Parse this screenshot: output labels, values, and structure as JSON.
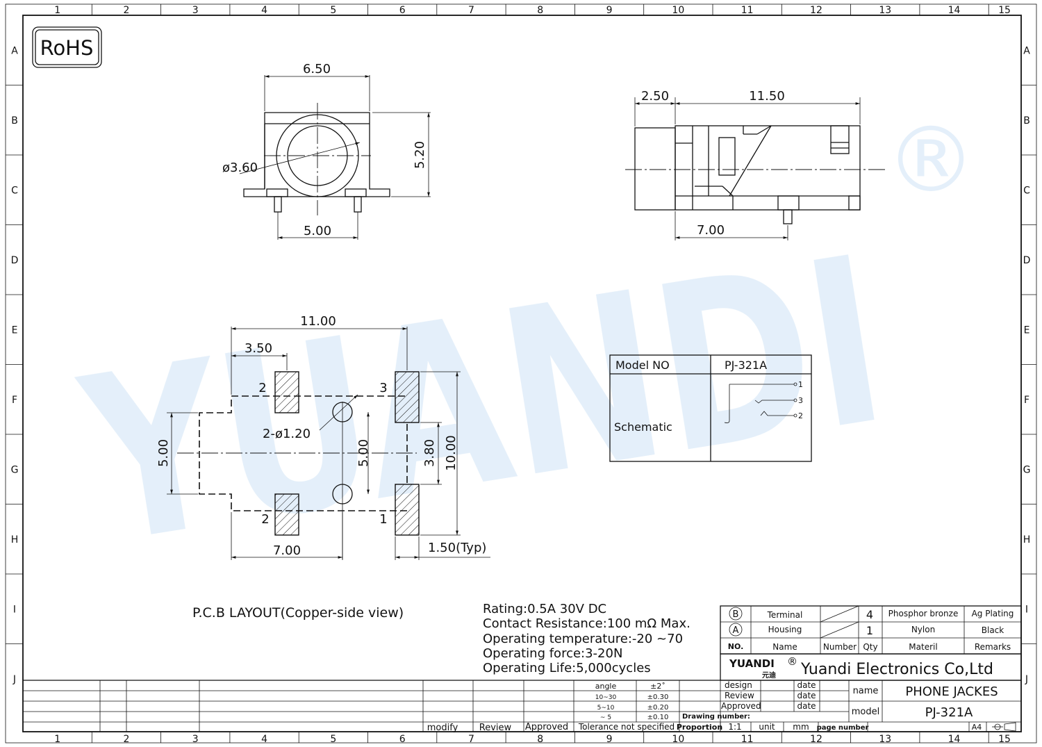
{
  "grid": {
    "cols": [
      "1",
      "2",
      "3",
      "4",
      "5",
      "6",
      "7",
      "8",
      "9",
      "10",
      "11",
      "12",
      "13",
      "14",
      "15"
    ],
    "rows": [
      "A",
      "B",
      "C",
      "D",
      "E",
      "F",
      "G",
      "H",
      "I",
      "J"
    ]
  },
  "rohs": "RoHS",
  "watermark": {
    "text": "YUANDI",
    "mark": "®",
    "color": "#2f86d4"
  },
  "front_view": {
    "width": "6.50",
    "height": "5.20",
    "diameter": "ø3.60",
    "pitch": "5.00"
  },
  "side_view": {
    "front": "2.50",
    "length": "11.50",
    "pin_offset": "7.00"
  },
  "pcb": {
    "w11": "11.00",
    "w350": "3.50",
    "h5_left": "5.00",
    "hole": "2-ø1.20",
    "h5_mid": "5.00",
    "h380": "3.80",
    "h10": "10.00",
    "w700": "7.00",
    "typ": "1.50(Typ)",
    "pin2_top": "2",
    "pin3": "3",
    "pin2_bottom": "2",
    "pin1": "1",
    "caption": "P.C.B LAYOUT(Copper-side view)"
  },
  "model_box": {
    "label": "Model NO",
    "value": "PJ-321A",
    "schematic": "Schematic",
    "pins": [
      "1",
      "3",
      "2"
    ]
  },
  "specs": [
    "Rating:0.5A 30V DC",
    "Contact Resistance:100 mΩ Max.",
    "Operating temperature:-20  ~70",
    "Operating force:3-20N",
    "Operating Life:5,000cycles"
  ],
  "bom": {
    "rows": [
      {
        "no": "B",
        "name": "Terminal",
        "qty": "4",
        "material": "Phosphor bronze",
        "remarks": "Ag Plating"
      },
      {
        "no": "A",
        "name": "Housing",
        "qty": "1",
        "material": "Nylon",
        "remarks": "Black"
      }
    ],
    "header": {
      "no": "NO.",
      "name": "Name",
      "number": "Number",
      "qty": "Qty",
      "material": "Materil",
      "remarks": "Remarks"
    }
  },
  "company": {
    "logo": "YUANDI",
    "logo_sub": "元迪",
    "reg": "®",
    "name": "Yuandi Electronics Co,Ltd"
  },
  "title_block": {
    "design": "design",
    "review": "Review",
    "approved": "Approved",
    "date": "date",
    "name_label": "name",
    "name_value": "PHONE JACKES",
    "model_label": "model",
    "model_value": "PJ-321A",
    "drawing_number": "Drawing number:",
    "proportion": "Proportion",
    "scale": "1:1",
    "unit": "unit",
    "mm": "mm",
    "page_number": "page number",
    "size": "A4"
  },
  "tolerance": {
    "rows": [
      {
        "range": "angle",
        "tol": "±2˚"
      },
      {
        "range": "10~30",
        "tol": "±0.30"
      },
      {
        "range": "5~10",
        "tol": "±0.20"
      },
      {
        "range": "~ 5",
        "tol": "±0.10"
      }
    ],
    "label": "Tolerance  not  specified"
  },
  "revision": {
    "modify": "modify",
    "review": "Review",
    "approved": "Approved"
  }
}
